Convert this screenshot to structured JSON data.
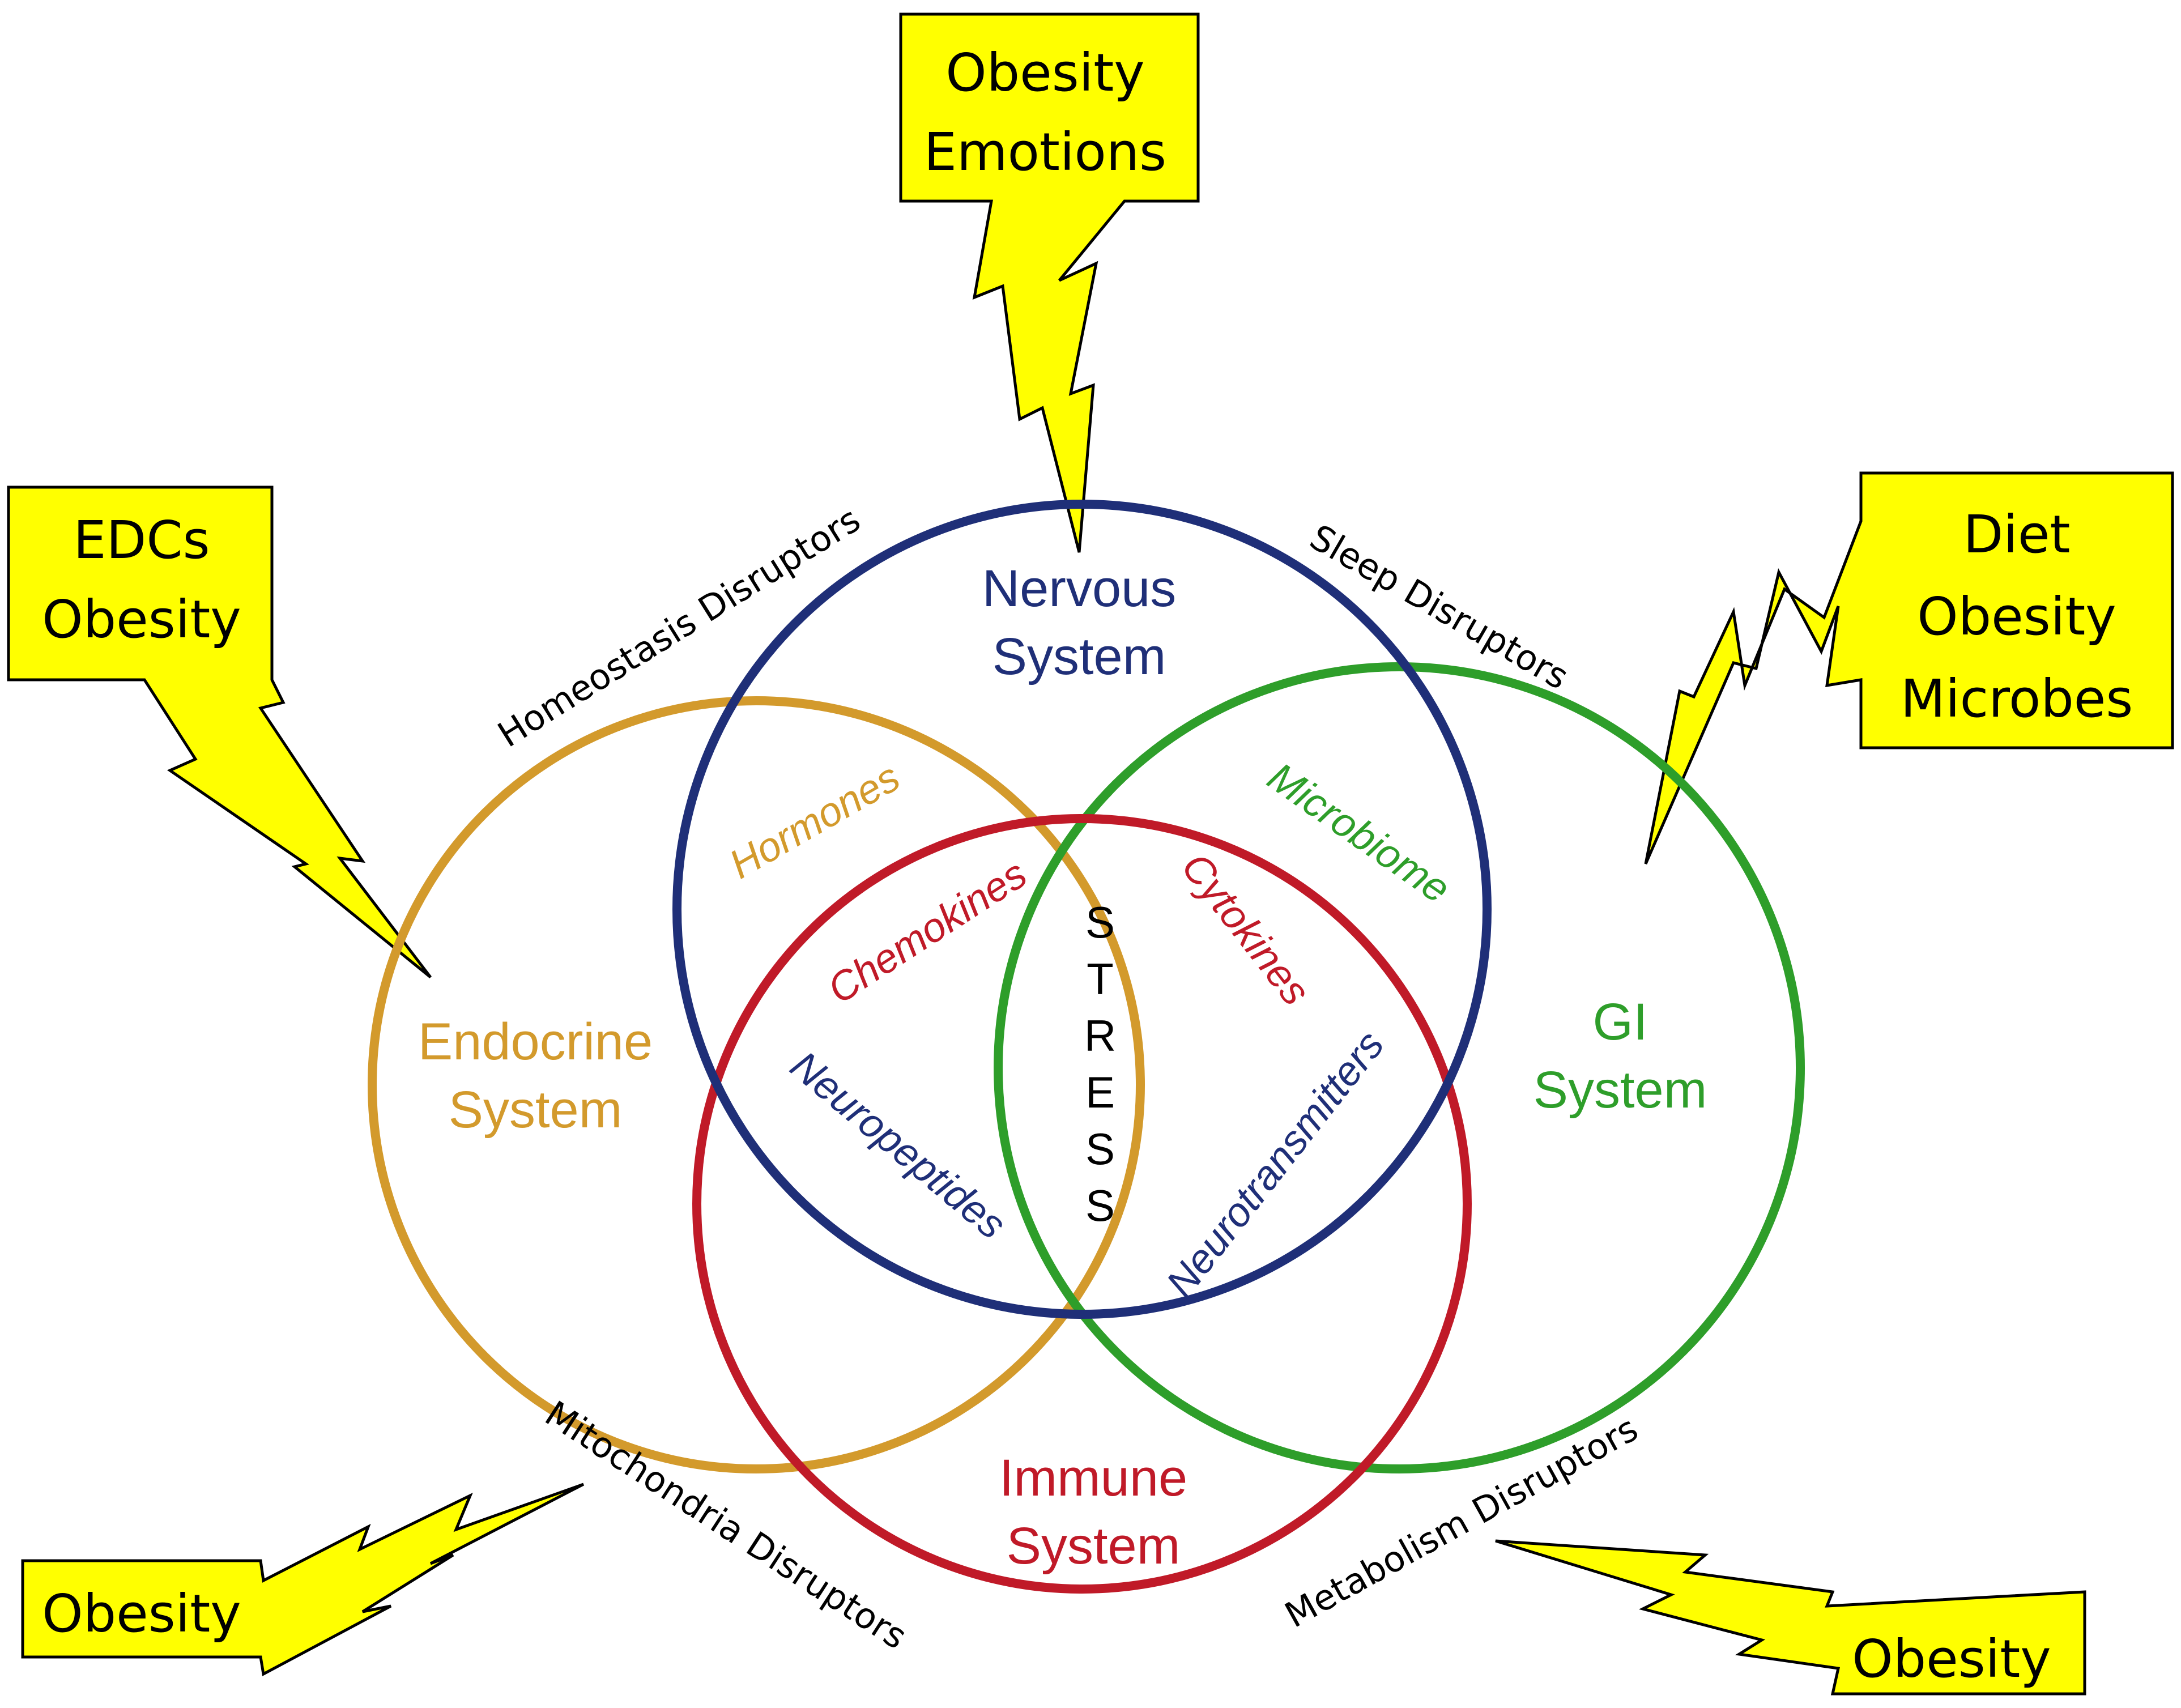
{
  "colors": {
    "nervous": "#1f2f78",
    "endocrine": "#d39a2c",
    "gi": "#2e9e2a",
    "immune": "#c01a28",
    "callout_fill": "#ffff00",
    "callout_stroke": "#000000"
  },
  "systems": {
    "nervous": [
      "Nervous",
      "System"
    ],
    "endocrine": [
      "Endocrine",
      "System"
    ],
    "gi": [
      "GI",
      "System"
    ],
    "immune": [
      "Immune",
      "System"
    ]
  },
  "mediators": {
    "hormones": "Hormones",
    "microbiome": "Microbiome",
    "chemokines": "Chemokines",
    "cytokines": "Cytokines",
    "neuropeptides": "Neuropeptides",
    "neurotransmitters": "Neurotransmitters"
  },
  "center": {
    "letters": [
      "S",
      "T",
      "R",
      "E",
      "S",
      "S"
    ]
  },
  "disruptors": {
    "homeostasis": "Homeostasis Disruptors",
    "sleep": "Sleep Disruptors",
    "mitochondria": "Mitochondria Disruptors",
    "metabolism": "Metabolism Disruptors"
  },
  "callouts": {
    "top": [
      "Obesity",
      "Emotions"
    ],
    "left": [
      "EDCs",
      "Obesity"
    ],
    "right": [
      "Diet",
      "Obesity",
      "Microbes"
    ],
    "bottom_left": [
      "Obesity"
    ],
    "bottom_right": [
      "Obesity"
    ]
  }
}
